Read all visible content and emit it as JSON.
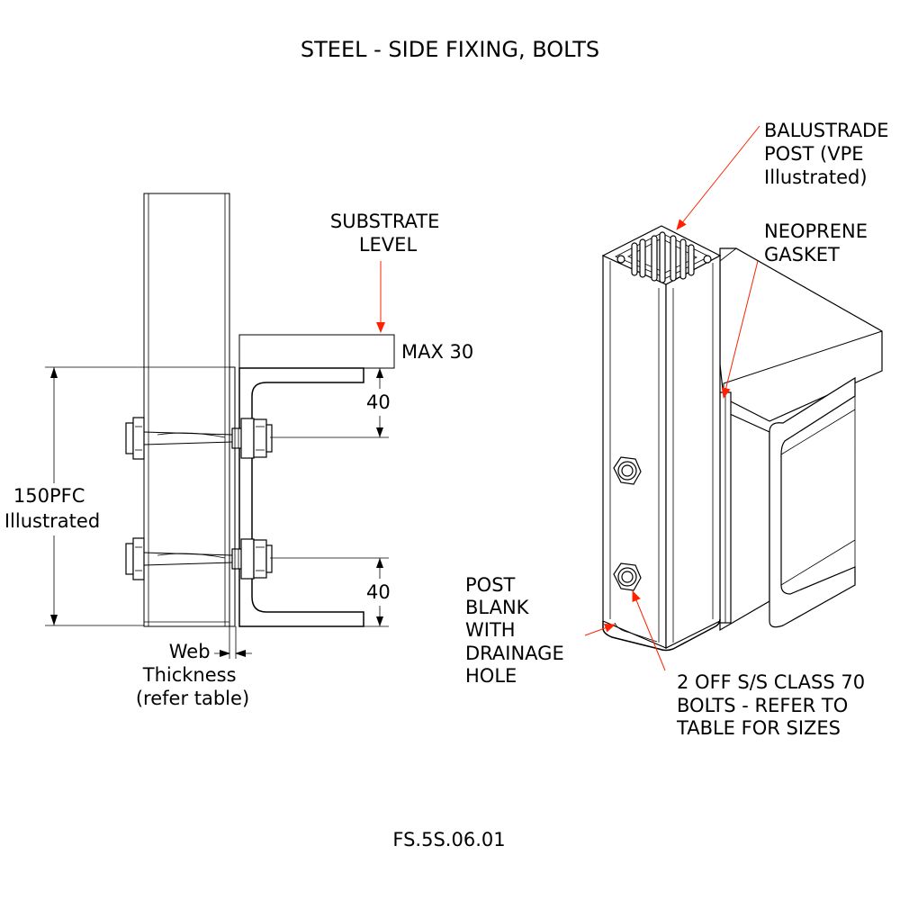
{
  "title": "STEEL - SIDE FIXING, BOLTS",
  "drawing_code": "FS.5S.06.01",
  "labels": {
    "substrate_level": [
      "SUBSTRATE",
      "LEVEL"
    ],
    "max_30": "MAX 30",
    "dim_top": "40",
    "dim_bottom": "40",
    "pfc": [
      "150PFC",
      "Illustrated"
    ],
    "web_thickness": [
      "Web",
      "Thickness",
      "(refer table)"
    ],
    "balustrade_post": [
      "BALUSTRADE",
      "POST (VPE",
      "Illustrated)"
    ],
    "neoprene_gasket": [
      "NEOPRENE",
      "GASKET"
    ],
    "post_blank": [
      "POST",
      "BLANK",
      "WITH",
      "DRAINAGE",
      "HOLE"
    ],
    "bolts_note": [
      "2 OFF S/S CLASS 70",
      "BOLTS - REFER TO",
      "TABLE FOR SIZES"
    ]
  },
  "colors": {
    "line": "#000000",
    "leader": "#ff2200",
    "background": "#ffffff"
  }
}
